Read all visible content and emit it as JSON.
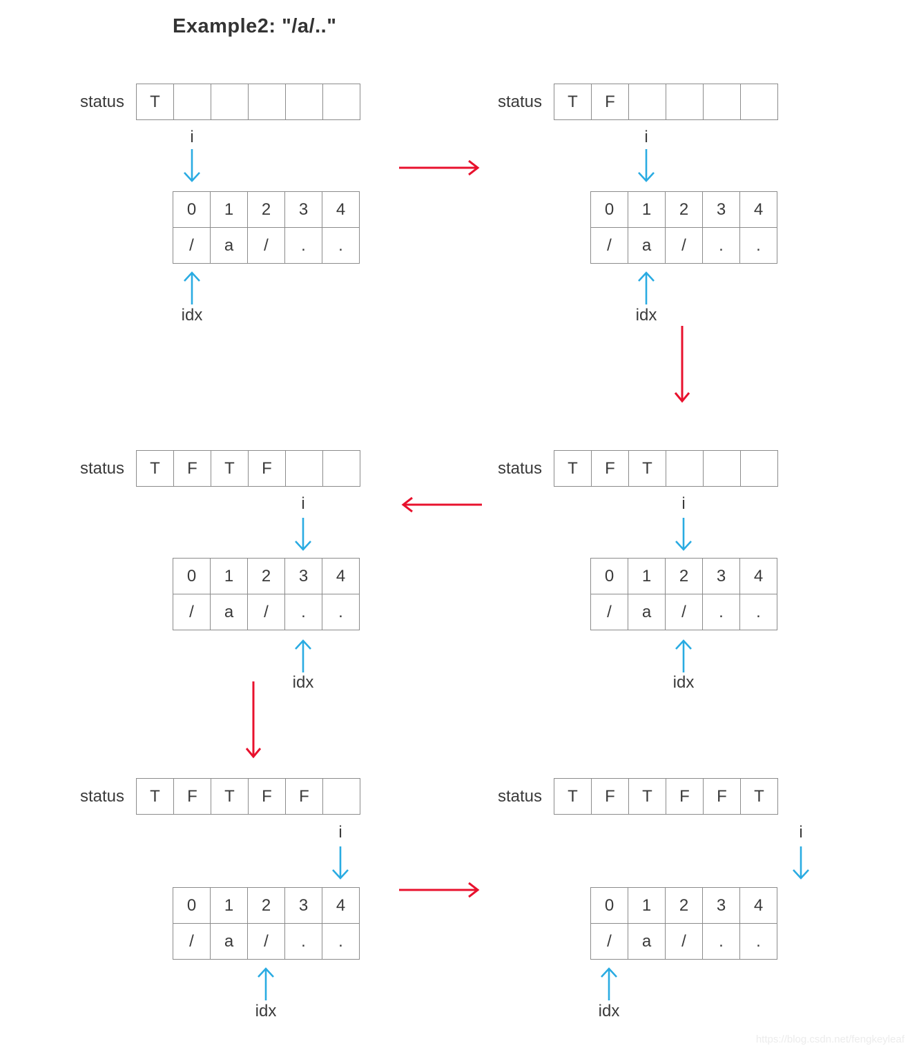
{
  "title": "Example2: \"/a/..\"",
  "labels": {
    "status": "status",
    "i": "i",
    "idx": "idx"
  },
  "array": {
    "indices": [
      "0",
      "1",
      "2",
      "3",
      "4"
    ],
    "values": [
      "/",
      "a",
      "/",
      ".",
      "."
    ]
  },
  "panels": [
    {
      "position": "top-left",
      "step": 1,
      "status": [
        "T",
        "",
        "",
        "",
        "",
        ""
      ],
      "i_index": 0,
      "idx_index": 0
    },
    {
      "position": "top-right",
      "step": 2,
      "status": [
        "T",
        "F",
        "",
        "",
        "",
        ""
      ],
      "i_index": 1,
      "idx_index": 1
    },
    {
      "position": "middle-right",
      "step": 3,
      "status": [
        "T",
        "F",
        "T",
        "",
        "",
        ""
      ],
      "i_index": 2,
      "idx_index": 2
    },
    {
      "position": "middle-left",
      "step": 4,
      "status": [
        "T",
        "F",
        "T",
        "F",
        "",
        ""
      ],
      "i_index": 3,
      "idx_index": 3
    },
    {
      "position": "bottom-left",
      "step": 5,
      "status": [
        "T",
        "F",
        "T",
        "F",
        "F",
        ""
      ],
      "i_index": 4,
      "idx_index": 2
    },
    {
      "position": "bottom-right",
      "step": 6,
      "status": [
        "T",
        "F",
        "T",
        "F",
        "F",
        "T"
      ],
      "i_index": 5,
      "idx_index": 0
    }
  ],
  "flow_arrows": [
    {
      "from": "top-left",
      "to": "top-right",
      "direction": "right"
    },
    {
      "from": "top-right",
      "to": "middle-right",
      "direction": "down"
    },
    {
      "from": "middle-right",
      "to": "middle-left",
      "direction": "left"
    },
    {
      "from": "middle-left",
      "to": "bottom-left",
      "direction": "down"
    },
    {
      "from": "bottom-left",
      "to": "bottom-right",
      "direction": "right"
    }
  ],
  "colors": {
    "pointer_blue": "#29abe2",
    "flow_red": "#e8112d",
    "border_gray": "#8a8a8a",
    "text": "#3a3a3a"
  },
  "watermark": "https://blog.csdn.net/fengkeyleaf"
}
